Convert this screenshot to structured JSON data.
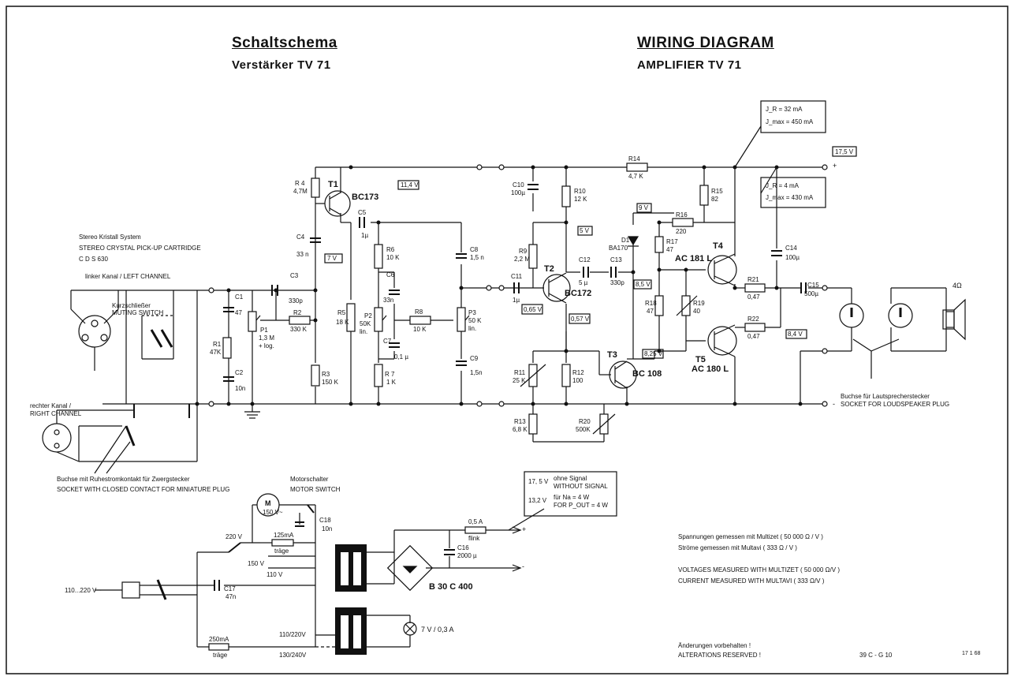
{
  "header": {
    "title_de": "Schaltschema",
    "subtitle_de": "Verstärker TV 71",
    "title_en": "WIRING DIAGRAM",
    "subtitle_en": "AMPLIFIER TV 71"
  },
  "labels": {
    "cartridge_de": "Stereo Kristall System",
    "cartridge_en": "STEREO CRYSTAL PICK-UP CARTRIDGE",
    "cartridge_model": "C D S 630",
    "left_channel": "linker Kanal / LEFT CHANNEL",
    "muting_de": "Kurzschließer",
    "muting_en": "MUTING SWITCH",
    "right_channel_de": "rechter Kanal /",
    "right_channel_en": "RIGHT CHANNEL",
    "socket_de": "Buchse mit Ruhestromkontakt für Zwergstecker",
    "socket_en": "SOCKET WITH CLOSED CONTACT FOR MINIATURE PLUG",
    "motor_de": "Motorschalter",
    "motor_en": "MOTOR SWITCH",
    "speaker_socket_de": "Buchse für Lautsprecherstecker",
    "speaker_socket_en": "SOCKET FOR LOUDSPEAKER PLUG",
    "speaker_impedance": "4Ω",
    "mains": "110...220 V ~",
    "rectifier": "B 30 C 400",
    "lamp": "7 V / 0,3 A",
    "motor": "M",
    "motor_voltage": "150 V~"
  },
  "currents": {
    "ir1": "J_R = 32 mA",
    "imax1": "J_max = 450 mA",
    "ir2": "J_R = 4 mA",
    "imax2": "J_max = 430 mA"
  },
  "voltages": {
    "supply": "17,5 V",
    "v11_4": "11,4 V",
    "v5": "5 V",
    "v9": "9 V",
    "v7": "7 V",
    "v0_65": "0,65 V",
    "v0_57": "0,57 V",
    "v8_5": "8,5 V",
    "v8_25": "8,25 V",
    "v8_4": "8,4 V"
  },
  "supply_note": {
    "v1": "17, 5 V",
    "t1_de": "ohne Signal",
    "t1_en": "WITHOUT SIGNAL",
    "v2": "13,2 V",
    "t2_de": "für  Na    = 4 W",
    "t2_en": "FOR  P_OUT  = 4 W"
  },
  "measure_note": {
    "l1": "Spannungen  gemessen  mit  Multizet  ( 50 000   Ω / V )",
    "l2": "Ströme  gemessen  mit  Multavi          (     333   Ω / V )",
    "l3": "VOLTAGES  MEASURED  WITH  MULTIZET  ( 50 000  Ω/V )",
    "l4": "CURRENT   MEASURED  WITH  MULTAVI     (     333   Ω/V )"
  },
  "footer": {
    "changes_de": "Änderungen vorbehalten !",
    "changes_en": "ALTERATIONS  RESERVED !",
    "code": "39 C - G 10",
    "date": "17 1 68"
  },
  "transistors": [
    {
      "ref": "T1",
      "type": "BC173"
    },
    {
      "ref": "T2",
      "type": "BC172"
    },
    {
      "ref": "T3",
      "type": "BC 108"
    },
    {
      "ref": "T4",
      "type": "AC 181 L"
    },
    {
      "ref": "T5",
      "type": "AC 180 L"
    },
    {
      "ref": "D1",
      "type": "BA170"
    }
  ],
  "components": [
    {
      "ref": "R 4",
      "val": "4,7M"
    },
    {
      "ref": "C4",
      "val": "33 n"
    },
    {
      "ref": "C5",
      "val": "1µ"
    },
    {
      "ref": "R6",
      "val": "10 K"
    },
    {
      "ref": "C6",
      "val": "33n"
    },
    {
      "ref": "C8",
      "val": "1,5 n"
    },
    {
      "ref": "R5",
      "val": "18 K"
    },
    {
      "ref": "P2",
      "val": "50K lin."
    },
    {
      "ref": "R8",
      "val": "10 K"
    },
    {
      "ref": "P3",
      "val": "50 K lin."
    },
    {
      "ref": "C7",
      "val": "0,1 µ"
    },
    {
      "ref": "C9",
      "val": "1,5n"
    },
    {
      "ref": "R 7",
      "val": "1 K"
    },
    {
      "ref": "R3",
      "val": "150 K"
    },
    {
      "ref": "C3",
      "val": "330p"
    },
    {
      "ref": "R2",
      "val": "330 K"
    },
    {
      "ref": "P1",
      "val": "1,3 M + log."
    },
    {
      "ref": "C1",
      "val": "47"
    },
    {
      "ref": "R1",
      "val": "47K"
    },
    {
      "ref": "C2",
      "val": "10n"
    },
    {
      "ref": "C10",
      "val": "100µ"
    },
    {
      "ref": "R10",
      "val": "12 K"
    },
    {
      "ref": "R9",
      "val": "2,2 M"
    },
    {
      "ref": "C11",
      "val": "1µ"
    },
    {
      "ref": "C12",
      "val": "5 µ"
    },
    {
      "ref": "C13",
      "val": "330p"
    },
    {
      "ref": "R11",
      "val": "25 K"
    },
    {
      "ref": "R12",
      "val": "100"
    },
    {
      "ref": "R13",
      "val": "6,8 K"
    },
    {
      "ref": "R20",
      "val": "500K"
    },
    {
      "ref": "R14",
      "val": "4,7 K"
    },
    {
      "ref": "R15",
      "val": "82"
    },
    {
      "ref": "R16",
      "val": "220"
    },
    {
      "ref": "R17",
      "val": "47"
    },
    {
      "ref": "R18",
      "val": "47"
    },
    {
      "ref": "R19",
      "val": "40"
    },
    {
      "ref": "R21",
      "val": "0,47"
    },
    {
      "ref": "R22",
      "val": "0,47"
    },
    {
      "ref": "C14",
      "val": "100µ"
    },
    {
      "ref": "C15",
      "val": "500µ"
    },
    {
      "ref": "C16",
      "val": "2000 µ"
    },
    {
      "ref": "C17",
      "val": "47n"
    },
    {
      "ref": "C18",
      "val": "10n"
    }
  ],
  "power": {
    "v220": "220 V",
    "v150": "150 V",
    "v110": "110 V",
    "fuse1": "125mA",
    "fuse1_type": "träge",
    "fuse2": "250mA",
    "fuse2_type": "träge",
    "fuse3": "0,5 A",
    "fuse3_type": "flink",
    "tap1": "110/220V",
    "tap2": "130/240V",
    "plus": "+",
    "minus": "-"
  }
}
